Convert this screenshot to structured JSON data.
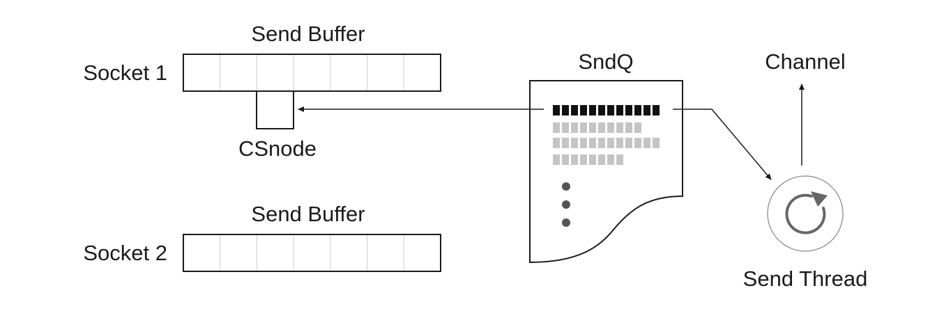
{
  "labels": {
    "send_buffer_1": "Send Buffer",
    "socket_1": "Socket 1",
    "csnode": "CSnode",
    "send_buffer_2": "Send Buffer",
    "socket_2": "Socket 2",
    "sndq": "SndQ",
    "channel": "Channel",
    "send_thread": "Send Thread"
  },
  "buffer": {
    "slot_count": 7
  },
  "queue": {
    "rows": [
      {
        "cells": 12,
        "state": "active"
      },
      {
        "cells": 10,
        "state": "pending"
      },
      {
        "cells": 12,
        "state": "pending"
      },
      {
        "cells": 8,
        "state": "pending"
      }
    ],
    "ellipsis_dots": 3
  },
  "colors": {
    "stroke": "#1a1a1a",
    "cell_divider": "#d0d0d0",
    "active_cell": "#111111",
    "pending_cell": "#c4c4c4",
    "dot": "#555555",
    "thread_circle": "#9a9a9a",
    "thread_arrow": "#666666"
  },
  "icons": {
    "send_thread": "refresh-icon"
  }
}
